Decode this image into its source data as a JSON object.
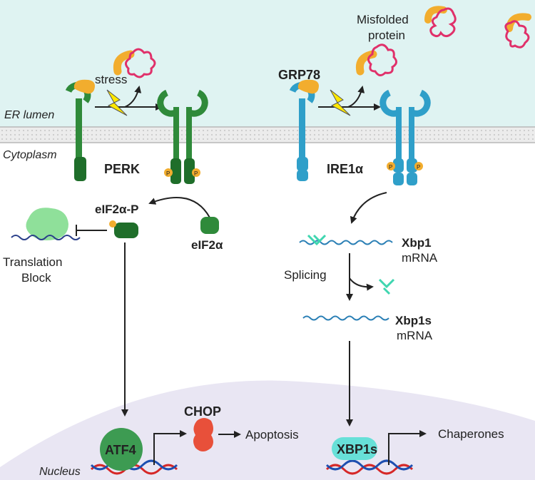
{
  "labels": {
    "misfolded": [
      "Misfolded",
      "protein"
    ],
    "stress": "stress",
    "grp78": "GRP78",
    "er_lumen": "ER lumen",
    "cytoplasm": "Cytoplasm",
    "perk": "PERK",
    "ire1a": "IRE1α",
    "eif2a_p": "eIF2α-P",
    "eif2a": "eIF2α",
    "translation_block": [
      "Translation",
      "Block"
    ],
    "xbp1": "Xbp1",
    "xbp1_mrna": "mRNA",
    "splicing": "Splicing",
    "xbp1s": "Xbp1s",
    "xbp1s_mrna": "mRNA",
    "chop": "CHOP",
    "apoptosis": "Apoptosis",
    "atf4": "ATF4",
    "xbp1s_protein": "XBP1s",
    "chaperones": "Chaperones",
    "nucleus": "Nucleus",
    "phospho": "P"
  },
  "colors": {
    "er_lumen_bg": "#dff3f2",
    "membrane": "#d6d6d6",
    "perk_green": "#2f8a3a",
    "perk_dark": "#1f6e2a",
    "ire_blue": "#2f9fc9",
    "grp78_orange": "#f2ad2e",
    "misfolded_pink": "#e0306a",
    "nucleus_bg": "#e9e6f3",
    "ribosome_green": "#8fe09a",
    "xbp1s_cyan": "#67e0d8",
    "chop_red": "#e8503a",
    "mrna_blue": "#2a7fb5",
    "dna_red": "#d62828",
    "dna_blue": "#1e4fb0"
  }
}
